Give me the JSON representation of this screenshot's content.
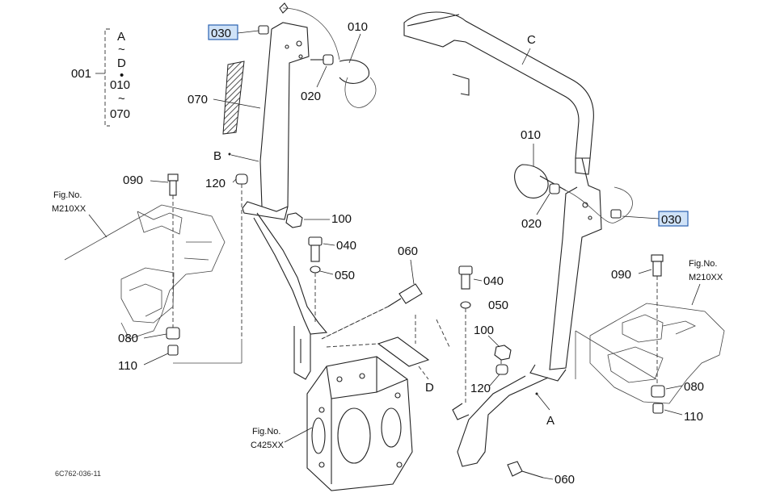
{
  "labels": {
    "set_001": "001",
    "set_range": [
      "A",
      "~",
      "D",
      "•",
      "010",
      "~",
      "070"
    ],
    "p010_left": "010",
    "p010_right": "010",
    "p020_left": "020",
    "p020_right": "020",
    "p030_left": "030",
    "p030_right": "030",
    "p040_left": "040",
    "p040_right": "040",
    "p050_left": "050",
    "p050_right": "050",
    "p060_top": "060",
    "p060_bottom": "060",
    "p070": "070",
    "p080_left": "080",
    "p080_right": "080",
    "p090_left": "090",
    "p090_right": "090",
    "p100_left": "100",
    "p100_right": "100",
    "p110_left": "110",
    "p110_right": "110",
    "p120_left": "120",
    "p120_right": "120",
    "ref_A": "A",
    "ref_B": "B",
    "ref_C": "C",
    "ref_D": "D"
  },
  "fig_refs": {
    "left_fig": "Fig.No.",
    "left_code": "M210XX",
    "right_fig": "Fig.No.",
    "right_code": "M210XX",
    "trans_fig": "Fig.No.",
    "trans_code": "C425XX"
  },
  "diagram_code": "6C762-036-11",
  "colors": {
    "highlight_fill": "#cfe2f7",
    "highlight_stroke": "#2a62b0",
    "line": "#222222"
  }
}
